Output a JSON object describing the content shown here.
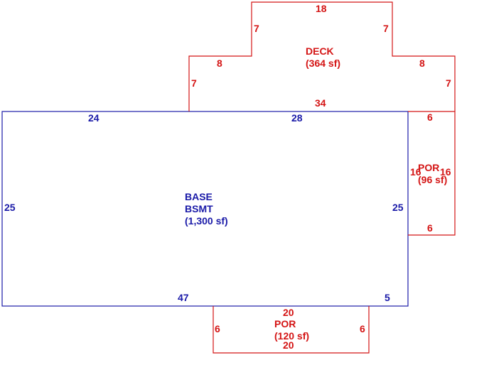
{
  "colors": {
    "base": "#1a1aa8",
    "additions": "#d41414"
  },
  "base": {
    "name_line1": "BASE",
    "name_line2": "BSMT",
    "area": "(1,300 sf)",
    "dim_top_left": "24",
    "dim_top_right": "28",
    "dim_left": "25",
    "dim_right": "25",
    "dim_bottom_left": "47",
    "dim_bottom_right": "5"
  },
  "deck": {
    "name": "DECK",
    "area": "(364 sf)",
    "dim_top": "18",
    "dim_upper_left": "7",
    "dim_upper_right": "7",
    "dim_step_left": "8",
    "dim_step_right": "8",
    "dim_lower_left": "7",
    "dim_lower_right": "7",
    "dim_bottom": "34"
  },
  "porch_right": {
    "name": "POR",
    "area": "(96 sf)",
    "dim_top": "6",
    "dim_left": "16",
    "dim_right": "16",
    "dim_bottom": "6"
  },
  "porch_bottom": {
    "name": "POR",
    "area": "(120 sf)",
    "dim_top": "20",
    "dim_left": "6",
    "dim_right": "6",
    "dim_bottom": "20"
  }
}
